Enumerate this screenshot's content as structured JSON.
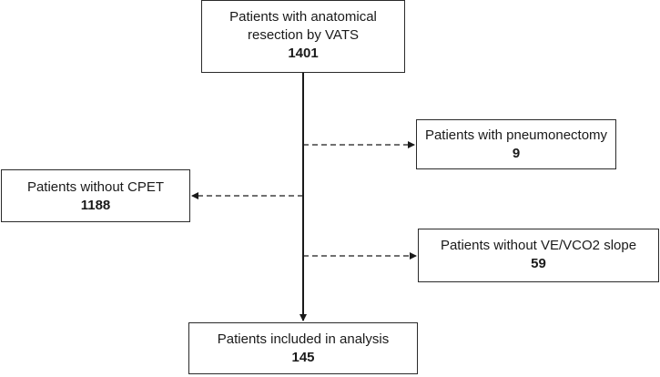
{
  "flowchart": {
    "start": {
      "label_line1": "Patients with anatomical",
      "label_line2": "resection by VATS",
      "count": "1401"
    },
    "pneumonectomy": {
      "label": "Patients with pneumonectomy",
      "count": "9"
    },
    "no_cpet": {
      "label": "Patients without CPET",
      "count": "1188"
    },
    "no_slope": {
      "label": "Patients without VE/VCO2 slope",
      "count": "59"
    },
    "final": {
      "label": "Patients included in analysis",
      "count": "145"
    }
  },
  "colors": {
    "line": "#1a1a1a",
    "box_border": "#2a2a2a"
  }
}
